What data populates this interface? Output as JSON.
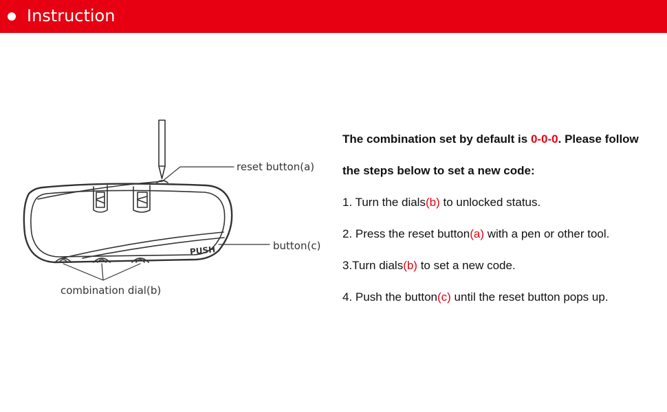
{
  "header": {
    "title": "Instruction",
    "color": "#e60012"
  },
  "diagram": {
    "labels": {
      "reset_button": "reset button(a)",
      "button_c": "button(c)",
      "combination_dial": "combination dial(b)",
      "push": "PUSH"
    }
  },
  "instructions": {
    "intro_line1_pre": "The combination set by default is ",
    "intro_line1_code": "0-0-0",
    "intro_line1_post": ". Please follow",
    "intro_line2": "the steps below to set a new code:",
    "steps": [
      {
        "pre": "1. Turn the dials",
        "ref": "(b)",
        "post": " to unlocked status."
      },
      {
        "pre": "2. Press the reset button",
        "ref": "(a)",
        "post": " with a pen or other tool."
      },
      {
        "pre": "3.Turn dials",
        "ref": "(b)",
        "post": " to set a new code."
      },
      {
        "pre": "4. Push the button",
        "ref": "(c)",
        "post": " until the reset button pops up."
      }
    ]
  },
  "colors": {
    "accent": "#e60012",
    "text": "#111111",
    "line_art": "#333333"
  }
}
